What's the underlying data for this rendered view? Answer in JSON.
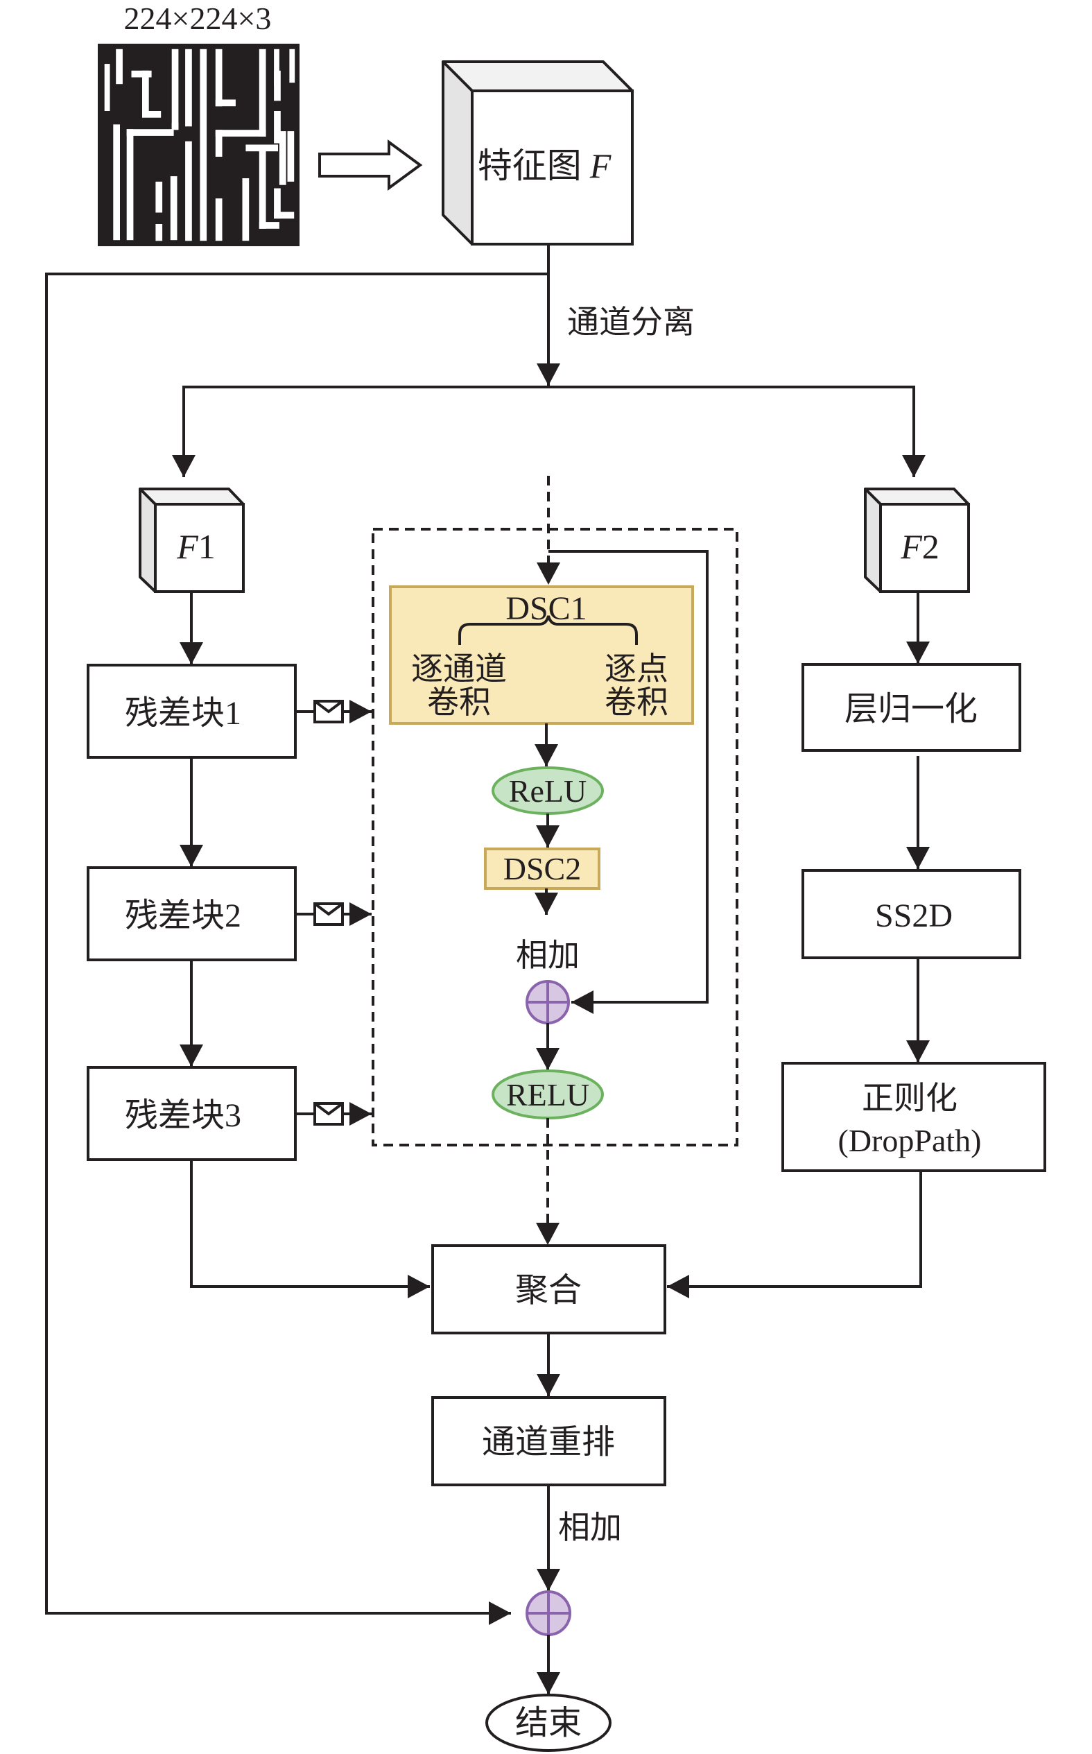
{
  "input": {
    "size_label": "224×224×3",
    "image_desc": "binary maze-like texture image"
  },
  "feature_map": {
    "label_cn": "特征图",
    "label_var": "F"
  },
  "split_label": "通道分离",
  "branch_left": {
    "cube_var": "F",
    "cube_sub": "1",
    "blocks": [
      "残差块1",
      "残差块2",
      "残差块3"
    ]
  },
  "branch_right": {
    "cube_var": "F",
    "cube_sub": "2",
    "steps": [
      "层归一化",
      "SS2D",
      "正则化",
      "(DropPath)"
    ]
  },
  "residual_detail": {
    "dsc1": {
      "title": "DSC1",
      "left": [
        "逐通道",
        "卷积"
      ],
      "right": [
        "逐点",
        "卷积"
      ]
    },
    "relu1": "ReLU",
    "dsc2": "DSC2",
    "add_label": "相加",
    "relu2": "RELU"
  },
  "merge": {
    "aggregate": "聚合",
    "shuffle": "通道重排",
    "add_label": "相加",
    "end": "结束"
  },
  "colors": {
    "line": "#231f20",
    "dsc_fill": "#f9e8b8",
    "dsc_border": "#c8a95a",
    "relu_fill": "#c8e4c6",
    "relu_border": "#6cb25e",
    "add_fill": "#d8c7e3",
    "add_border": "#8a63ad",
    "cube_top": "#f2f2f2",
    "cube_side": "#e4e4e4"
  }
}
